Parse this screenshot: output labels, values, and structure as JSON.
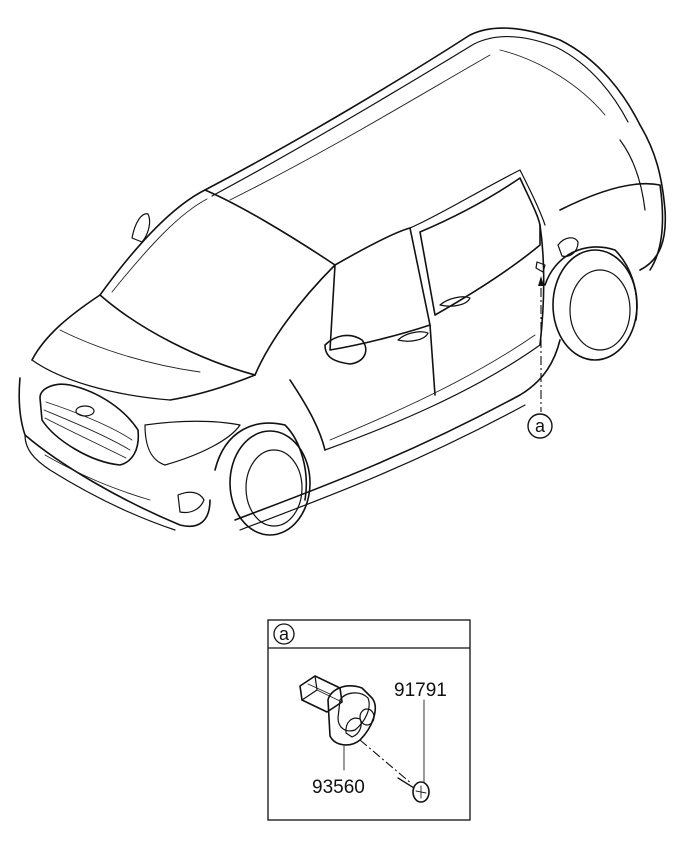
{
  "callout": {
    "id": "a"
  },
  "detail": {
    "title": "a",
    "parts": [
      {
        "number": "91791"
      },
      {
        "number": "93560"
      }
    ]
  },
  "colors": {
    "line": "#111111",
    "background": "#ffffff"
  }
}
